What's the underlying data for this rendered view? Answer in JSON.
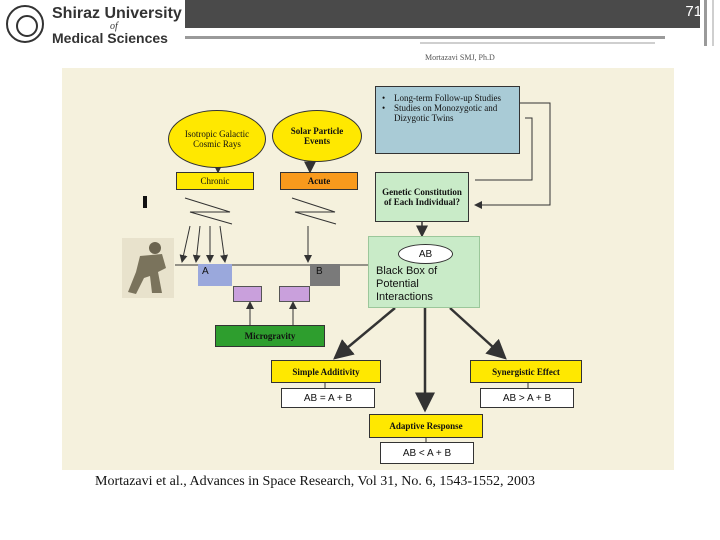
{
  "header": {
    "page_number": "71",
    "logo_line1": "Shiraz University",
    "logo_line2": "of",
    "logo_line3": "Medical Sciences",
    "author": "Mortazavi SMJ, Ph.D"
  },
  "diagram": {
    "isotropic": "Isotropic Galactic Cosmic Rays",
    "solar": "Solar Particle Events",
    "followup_items": [
      "Long-term Follow-up Studies",
      "Studies on Monozygotic and Dizygotic Twins"
    ],
    "chronic": "Chronic",
    "acute": "Acute",
    "genetic": "Genetic Constitution of Each Individual?",
    "ab_ellipse": "AB",
    "black_box": "Black Box of Potential Interactions",
    "a_label": "A",
    "b_label": "B",
    "microgravity": "Microgravity",
    "simple_additivity": "Simple Additivity",
    "synergistic": "Synergistic Effect",
    "eq_simple": "AB = A + B",
    "eq_synergistic": "AB > A + B",
    "adaptive": "Adaptive Response",
    "eq_adaptive": "AB < A + B",
    "colors": {
      "yellow": "#ffe800",
      "orange": "#f89a1c",
      "blue": "#a9cbd6",
      "green": "#2e9e2e",
      "light_green": "#c9ebc8",
      "violet": "#c9a0dc"
    }
  },
  "caption": "Mortazavi et al., Advances in Space Research, Vol 31, No. 6, 1543-1552, 2003"
}
